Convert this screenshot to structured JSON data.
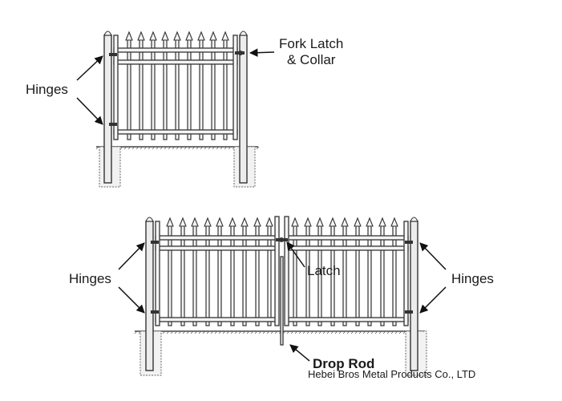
{
  "top_gate": {
    "labels": {
      "hinges": "Hinges",
      "fork_latch_line1": "Fork Latch",
      "fork_latch_line2": "& Collar"
    }
  },
  "double_gate": {
    "labels": {
      "hinges_left": "Hinges",
      "hinges_right": "Hinges",
      "latch": "Latch",
      "drop_rod": "Drop Rod"
    }
  },
  "credit": "Hebei Bros Metal Products Co., LTD",
  "colors": {
    "line": "#333333",
    "fill": "#f4f4f4",
    "text": "#1a1a1a"
  }
}
